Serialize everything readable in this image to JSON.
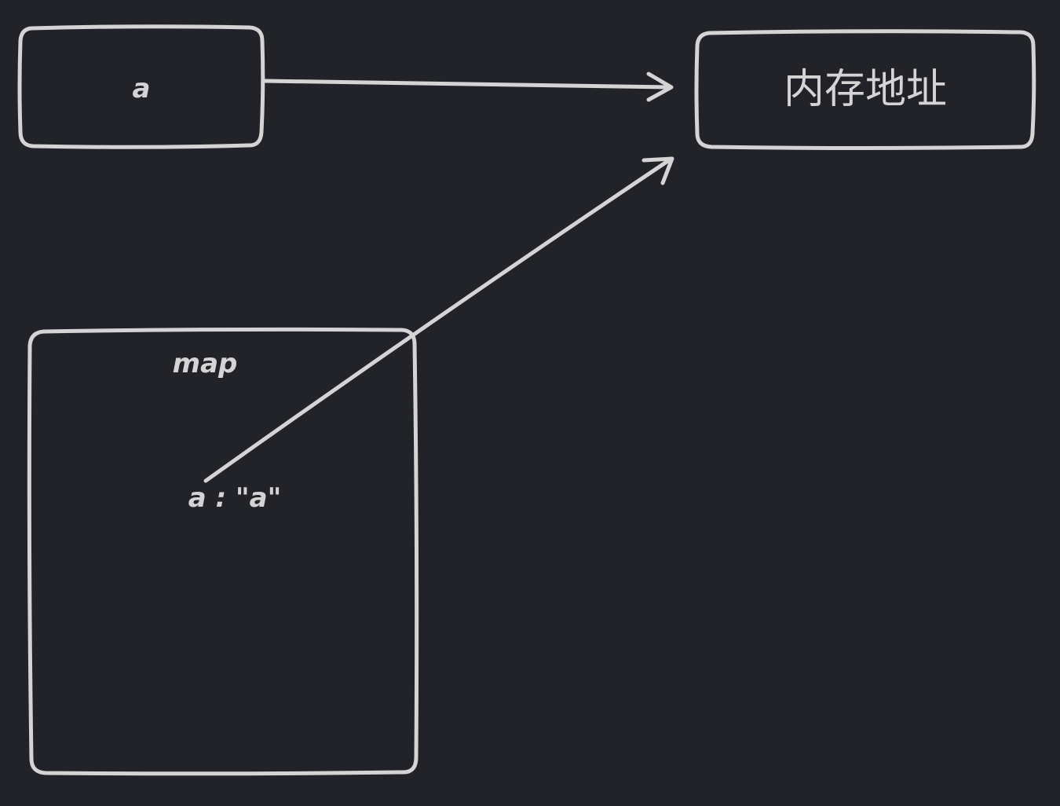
{
  "colors": {
    "background": "#212328",
    "stroke": "#d4d4d4",
    "text": "#d4d4d4"
  },
  "nodes": {
    "var_a": {
      "label": "a"
    },
    "memory": {
      "label": "内存地址"
    },
    "map": {
      "title": "map",
      "entry": "a : \"a\""
    }
  },
  "edges": [
    {
      "from": "var_a",
      "to": "memory"
    },
    {
      "from": "map.entry",
      "to": "memory"
    }
  ]
}
